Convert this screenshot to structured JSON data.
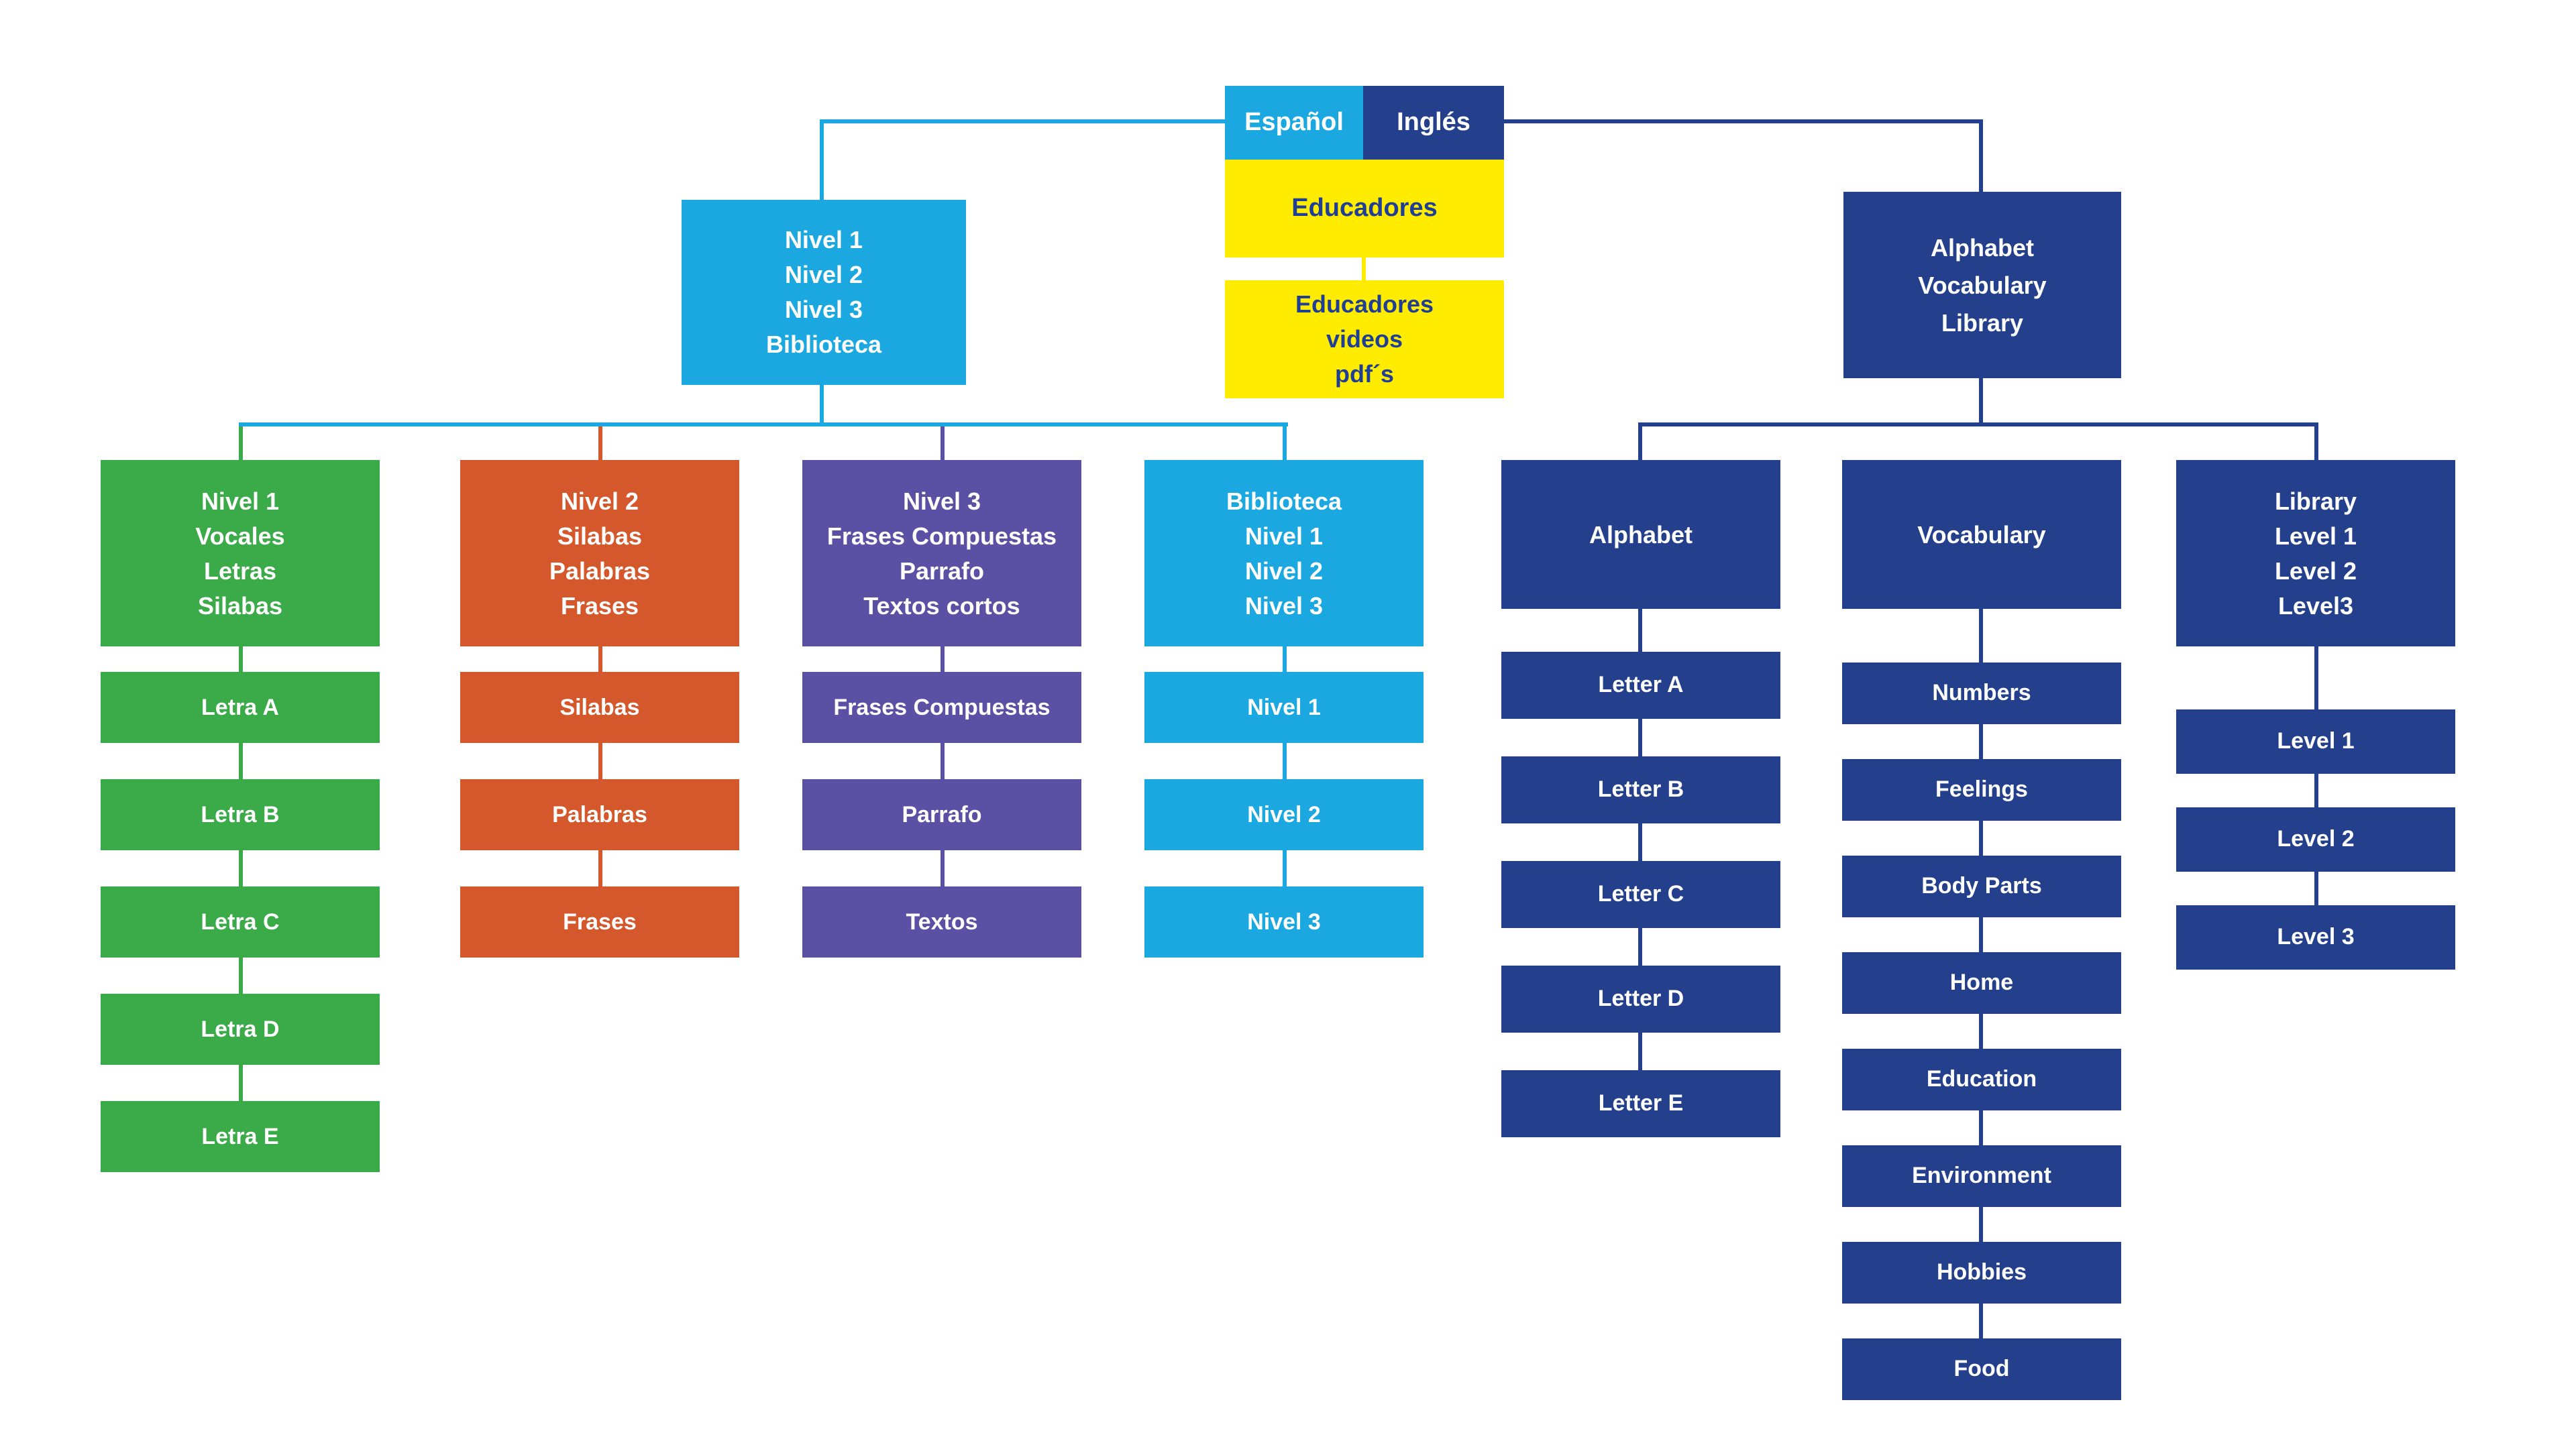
{
  "palette": {
    "light_blue": "#1BA8E1",
    "dark_blue": "#24408C",
    "green": "#3BAA49",
    "orange": "#D4582B",
    "purple": "#5A51A5",
    "yellow": "#FFEC00",
    "text_on_yellow": "#1F3E96"
  },
  "top": {
    "espanol_label": "Español",
    "ingles_label": "Inglés",
    "educadores_label": "Educadores",
    "educadores_detail": "Educadores\nvideos\npdf´s"
  },
  "spanish": {
    "parent_label": "Nivel 1\nNivel 2\nNivel 3\nBiblioteca",
    "nivel1": {
      "header": "Nivel 1\nVocales\nLetras\nSilabas",
      "items": [
        "Letra A",
        "Letra B",
        "Letra C",
        "Letra D",
        "Letra E"
      ]
    },
    "nivel2": {
      "header": "Nivel 2\nSilabas\nPalabras\nFrases",
      "items": [
        "Silabas",
        "Palabras",
        "Frases"
      ]
    },
    "nivel3": {
      "header": "Nivel 3\nFrases Compuestas\nParrafo\nTextos cortos",
      "items": [
        "Frases Compuestas",
        "Parrafo",
        "Textos"
      ]
    },
    "biblioteca": {
      "header": "Biblioteca\nNivel 1\nNivel 2\nNivel 3",
      "items": [
        "Nivel 1",
        "Nivel 2",
        "Nivel 3"
      ]
    }
  },
  "english": {
    "parent_label": "Alphabet\nVocabulary\nLibrary",
    "alphabet": {
      "header": "Alphabet",
      "items": [
        "Letter A",
        "Letter B",
        "Letter C",
        "Letter D",
        "Letter E"
      ]
    },
    "vocabulary": {
      "header": "Vocabulary",
      "items": [
        "Numbers",
        "Feelings",
        "Body Parts",
        "Home",
        "Education",
        "Environment",
        "Hobbies",
        "Food"
      ]
    },
    "library": {
      "header": "Library\nLevel 1\nLevel 2\nLevel3",
      "items": [
        "Level 1",
        "Level 2",
        "Level 3"
      ]
    }
  }
}
